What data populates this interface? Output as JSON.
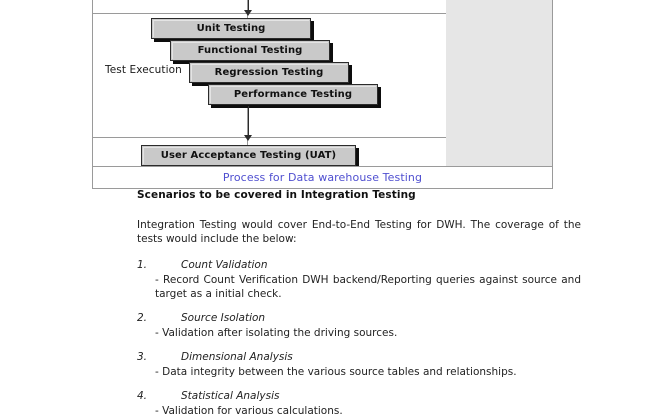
{
  "figure": {
    "lane_label": "Test Execution",
    "caption": "Process for Data warehouse Testing",
    "caption_color": "#4f4fd0",
    "box_fill": "#c9c9c9",
    "background": "#e6e6e6",
    "boxes": [
      {
        "label": "Unit Testing"
      },
      {
        "label": "Functional Testing"
      },
      {
        "label": "Regression Testing"
      },
      {
        "label": "Performance Testing"
      },
      {
        "label": "User Acceptance Testing (UAT)"
      }
    ]
  },
  "document": {
    "heading": "Scenarios to be covered in Integration Testing",
    "intro": "Integration Testing would cover End-to-End Testing for DWH. The coverage of the tests would include the below:",
    "items": [
      {
        "number": "1.",
        "title": "Count Validation",
        "description": "- Record Count Verification DWH backend/Reporting queries against source and target as a initial check."
      },
      {
        "number": "2.",
        "title": "Source Isolation",
        "description": "- Validation after isolating the driving sources."
      },
      {
        "number": "3.",
        "title": "Dimensional Analysis",
        "description": "- Data integrity between the various source tables and relationships."
      },
      {
        "number": "4.",
        "title": "Statistical Analysis",
        "description": "- Validation for various calculations."
      }
    ]
  }
}
